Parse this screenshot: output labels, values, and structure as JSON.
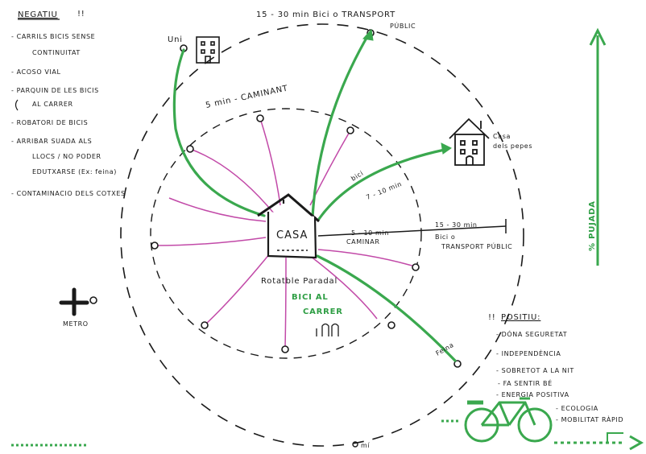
{
  "colors": {
    "ink": "#1a1a1a",
    "green": "#3aa84e",
    "magenta": "#c24aa8",
    "background": "#ffffff"
  },
  "negatiu": {
    "title": "NEGATIU",
    "marks": "!!",
    "items": [
      [
        "- CARRILS BICIS SENSE",
        "CONTINUITAT"
      ],
      [
        "- ACOSO VIAL"
      ],
      [
        "- PARQUIN DE LES BICIS",
        "AL CARRER"
      ],
      [
        "- ROBATORI DE BICIS"
      ],
      [
        "- ARRIBAR SUADA ALS",
        "LLOCS / NO PODER",
        "EDUTXARSE (Ex: feina)"
      ],
      [
        "- CONTAMINACIO DELS COTXES"
      ]
    ]
  },
  "positiu": {
    "title": "POSITIU:",
    "marks": "!!",
    "items": [
      "- DÓNA SEGURETAT",
      "- INDEPENDÈNCIA",
      "- SOBRETOT A LA NIT",
      "- FA SENTIR BÉ",
      "- ENERGIA POSITIVA",
      "- ECOLOGIA",
      "- MOBILITAT RÀPID"
    ]
  },
  "center": {
    "house_label": "CASA",
    "below_1": "Rotatble Paradal",
    "below_2": "BICI AL",
    "below_3": "CARRER"
  },
  "labels": {
    "top_ring": "15 - 30 min  Bici o TRANSPORT",
    "top_ring_2": "PÚBLIC",
    "inner_ring": "5 min - CAMINANT",
    "uni": "Uni",
    "casa_pepes_1": "Casa",
    "casa_pepes_2": "dels pepes",
    "bici_diag": "bici",
    "min_7": "7 - 10 min",
    "walk_time": "5 - 10 min",
    "walk_mode": "CAMINAR",
    "right_time": "15 - 30 min",
    "right_mode": "Bici o",
    "right_mode_2": "TRANSPORT PÚBLIC",
    "metro": "METRO",
    "feina": "Feina",
    "mi": "mí",
    "pujada": "% PUJADA"
  }
}
